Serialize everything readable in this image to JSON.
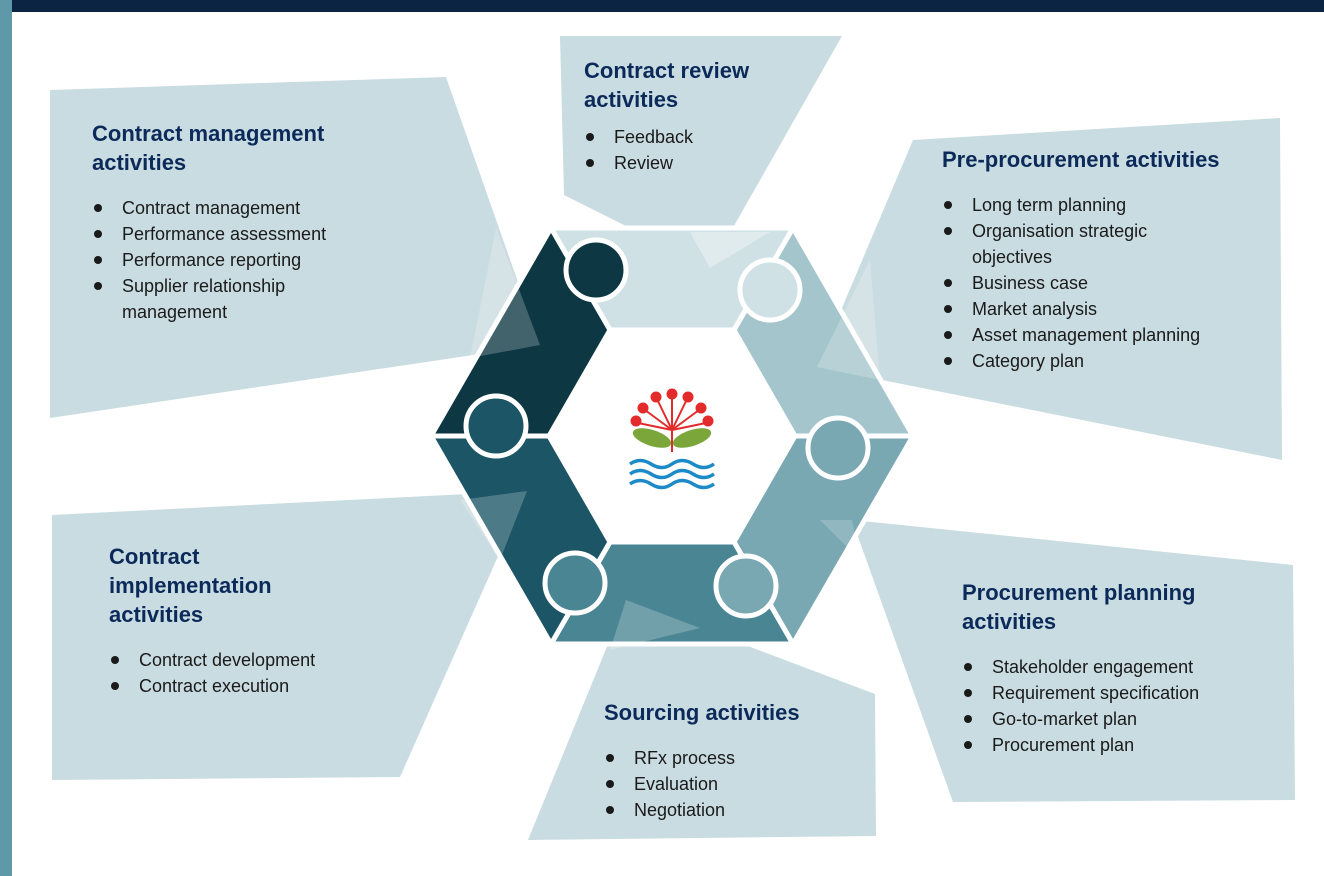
{
  "colors": {
    "banner": "#c9dce1",
    "title": "#0b2a5a",
    "piece_top": "#cfe1e5",
    "piece_upper_right": "#a4c5cc",
    "piece_lower_right": "#79a8b3",
    "piece_bottom": "#4a8593",
    "piece_lower_left": "#1b5566",
    "piece_upper_left": "#0d3743",
    "logo_red": "#e32b2b",
    "logo_green": "#7aa63a",
    "logo_blue": "#1d8ac8"
  },
  "logo": {
    "icon": "pohutukawa-flower-icon"
  },
  "sections": {
    "contract_management": {
      "title": "Contract management activities",
      "items": [
        "Contract management",
        "Performance assessment",
        "Performance reporting",
        "Supplier relationship management"
      ]
    },
    "contract_review": {
      "title": "Contract review activities",
      "items": [
        "Feedback",
        "Review"
      ]
    },
    "pre_procurement": {
      "title": "Pre-procurement activities",
      "items": [
        "Long term planning",
        "Organisation strategic objectives",
        "Business case",
        "Market analysis",
        "Asset management planning",
        "Category plan"
      ]
    },
    "contract_implementation": {
      "title": "Contract implementation activities",
      "items": [
        "Contract development",
        "Contract execution"
      ]
    },
    "sourcing": {
      "title": "Sourcing activities",
      "items": [
        "RFx process",
        "Evaluation",
        "Negotiation"
      ]
    },
    "procurement_planning": {
      "title": "Procurement planning activities",
      "items": [
        "Stakeholder engagement",
        "Requirement specification",
        "Go-to-market plan",
        "Procurement plan"
      ]
    }
  }
}
